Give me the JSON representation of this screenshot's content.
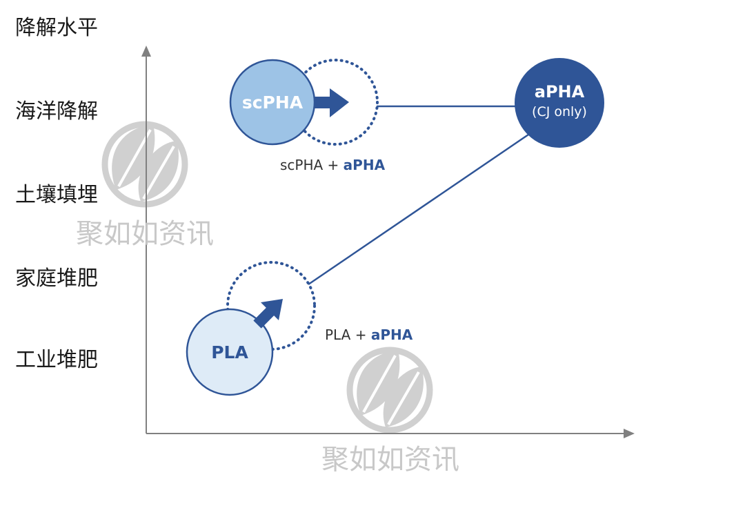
{
  "y_axis": {
    "title": "降解水平",
    "levels": [
      "海洋降解",
      "土壤填埋",
      "家庭堆肥",
      "工业堆肥"
    ]
  },
  "nodes": {
    "scpha": {
      "label": "scPHA"
    },
    "apha": {
      "label": "aPHA",
      "sublabel": "(CJ only)"
    },
    "pla": {
      "label": "PLA"
    }
  },
  "blends": {
    "scpha_apha": {
      "base": "scPHA + ",
      "accent": "aPHA"
    },
    "pla_apha": {
      "base": "PLA + ",
      "accent": "aPHA"
    }
  },
  "watermark": {
    "text": "聚如如资讯"
  },
  "colors": {
    "scpha_fill": "#9dc3e6",
    "apha_fill": "#2f5597",
    "pla_fill": "#deebf7",
    "stroke": "#2f5597",
    "arrow": "#2f5597",
    "axis": "#808080",
    "watermark": "#c8c8c8"
  }
}
